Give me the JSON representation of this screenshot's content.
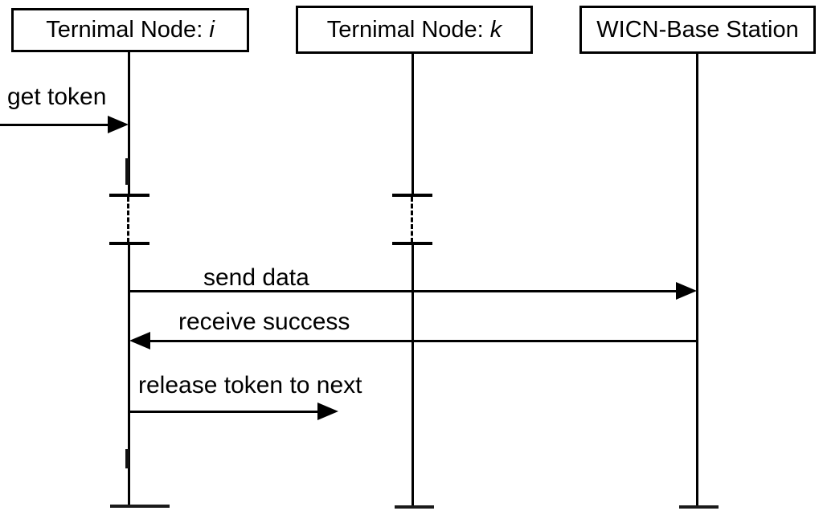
{
  "diagram": {
    "type": "sequence-diagram",
    "background_color": "#ffffff",
    "line_color": "#000000",
    "actors": [
      {
        "name_prefix": "Ternimal Node: ",
        "name_var": "i"
      },
      {
        "name_prefix": "Ternimal Node: ",
        "name_var": "k"
      },
      {
        "name_prefix": "WICN-Base Station",
        "name_var": ""
      }
    ],
    "messages": [
      {
        "label": "get token",
        "from": "external",
        "to": "Ternimal Node: i",
        "direction": "right",
        "arrow": "solid-filled-head"
      },
      {
        "label": "send data",
        "from": "Ternimal Node: i",
        "to": "WICN-Base Station",
        "direction": "right",
        "arrow": "solid-filled-head"
      },
      {
        "label": "receive success",
        "from": "WICN-Base Station",
        "to": "Ternimal Node: i",
        "direction": "left",
        "arrow": "solid-filled-head"
      },
      {
        "label": "release token to next",
        "from": "Ternimal Node: i",
        "to": "Ternimal Node: k",
        "direction": "right",
        "arrow": "solid-filled-head"
      }
    ],
    "lifeline_breaks": [
      {
        "actor": "Ternimal Node: i",
        "style": "dashed-segment-between-ticks"
      },
      {
        "actor": "Ternimal Node: k",
        "style": "dashed-segment-between-ticks"
      }
    ]
  }
}
